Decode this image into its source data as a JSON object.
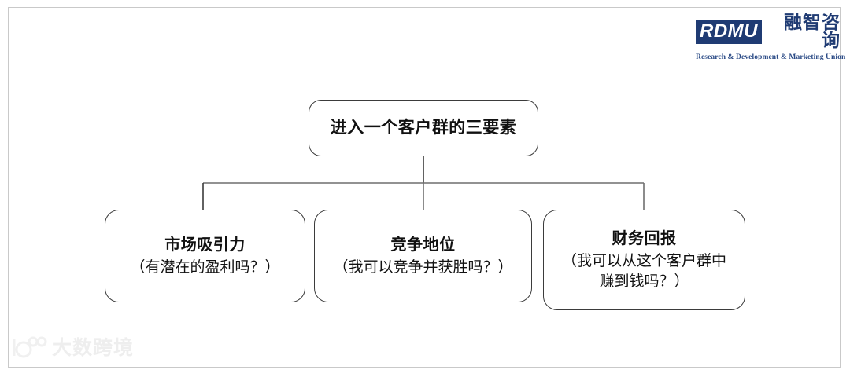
{
  "slide": {
    "background_color": "#ffffff",
    "border_color": "#c9c9c9"
  },
  "logo": {
    "mark_text": "RDMU",
    "chinese_name": "融智咨询",
    "tagline": "Research & Development & Marketing Union",
    "brand_color": "#1f3b73"
  },
  "diagram": {
    "type": "tree",
    "line_color": "#3b3b3b",
    "node_border_color": "#3b3b3b",
    "node_fill_color": "#ffffff",
    "root": {
      "title": "进入一个客户群的三要素"
    },
    "children": [
      {
        "title": "市场吸引力",
        "subtitle": "（有潜在的盈利吗？）"
      },
      {
        "title": "竞争地位",
        "subtitle": "（我可以竞争并获胜吗？）"
      },
      {
        "title": "财务回报",
        "subtitle_line1": "（我可以从这个客户群中",
        "subtitle_line2": "赚到钱吗？）"
      }
    ]
  },
  "watermark": {
    "text": "大数跨境",
    "color": "#dedede"
  }
}
